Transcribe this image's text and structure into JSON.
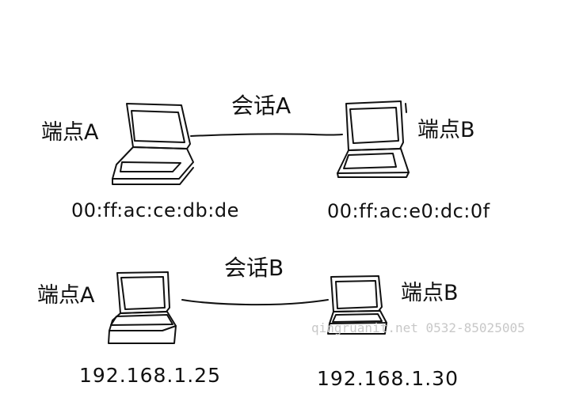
{
  "top": {
    "endpoint_left": "端点A",
    "endpoint_right": "端点B",
    "session": "会话A",
    "mac_left": "00:ff:ac:ce:db:de",
    "mac_right": "00:ff:ac:e0:dc:0f"
  },
  "bottom": {
    "endpoint_left": "端点A",
    "endpoint_right": "端点B",
    "session": "会话B",
    "ip_left": "192.168.1.25",
    "ip_right": "192.168.1.30"
  },
  "watermark": "qingruanit.net 0532-85025005",
  "colors": {
    "ink": "#111111",
    "watermark": "#c8c8c8"
  }
}
